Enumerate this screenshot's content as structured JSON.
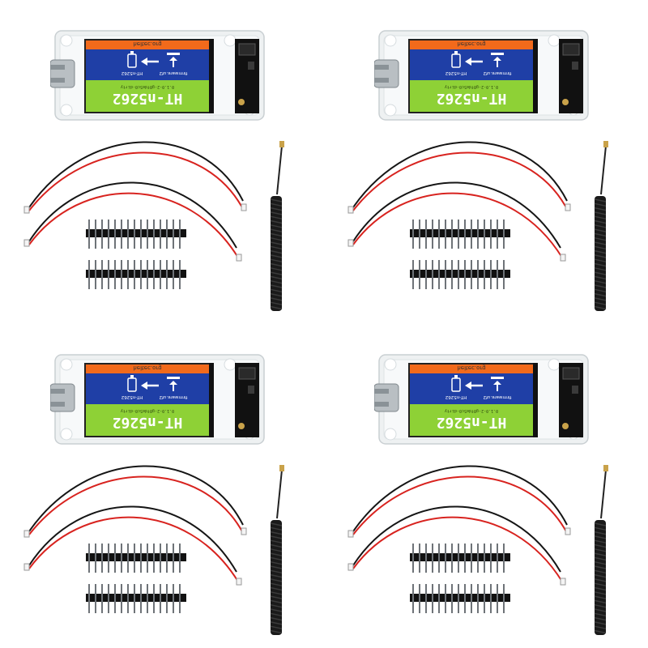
{
  "kits": [
    {
      "id": "kit-1",
      "screen": {
        "banner": "heltec.org",
        "model": "HT-n5262",
        "firmware": "firmware.uf2",
        "version": "0.1.0-2-g8fde5c0-dirty",
        "device_label": "HT-n5262"
      }
    },
    {
      "id": "kit-2",
      "screen": {
        "banner": "heltec.org",
        "model": "HT-n5262",
        "firmware": "firmware.uf2",
        "version": "0.1.0-2-g8fde5c0-dirty",
        "device_label": "HT-n5262"
      }
    },
    {
      "id": "kit-3",
      "screen": {
        "banner": "heltec.org",
        "model": "HT-n5262",
        "firmware": "firmware.uf2",
        "version": "0.1.0-2-g8fde5c0-dirty",
        "device_label": "HT-n5262"
      }
    },
    {
      "id": "kit-4",
      "screen": {
        "banner": "heltec.org",
        "model": "HT-n5262",
        "firmware": "firmware.uf2",
        "version": "0.1.0-2-g8fde5c0-dirty",
        "device_label": "HT-n5262"
      }
    }
  ],
  "colors": {
    "screen_orange": "#f26a1b",
    "screen_blue": "#1f3fa6",
    "screen_green": "#8ed136",
    "cable_red": "#d8231f",
    "cable_black": "#151515",
    "case": "#eef1f2",
    "pcb": "#111111"
  },
  "icons": {
    "usb_drive": "usb-drive-icon",
    "arrow": "arrow-left-icon",
    "upload": "upload-tray-icon"
  }
}
